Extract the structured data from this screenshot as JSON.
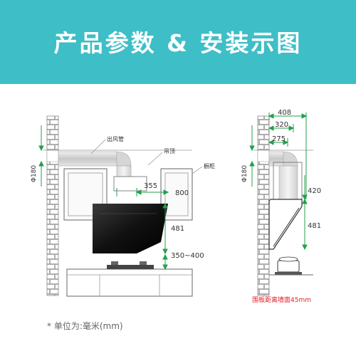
{
  "header": {
    "title": "产品参数 & 安装示图"
  },
  "colors": {
    "header_bg": "#3ebec6",
    "dim_line": "#22a04b",
    "caution": "#e0232a",
    "text": "#333333"
  },
  "left_view": {
    "labels": {
      "duct": "出风管",
      "ceiling": "吊顶",
      "cabinet": "橱柜"
    },
    "dims": {
      "diameter": "Φ180",
      "width": "800",
      "height": "481",
      "offset": "355",
      "mount_range": "350~400"
    }
  },
  "right_view": {
    "dims": {
      "depth_total": "408",
      "depth_mid": "320",
      "depth_min": "275",
      "diameter": "Φ180",
      "upper_height": "420",
      "lower_height": "481"
    },
    "notice": "围板距离墙面45mm"
  },
  "footnote": "* 单位为:毫米(mm)"
}
